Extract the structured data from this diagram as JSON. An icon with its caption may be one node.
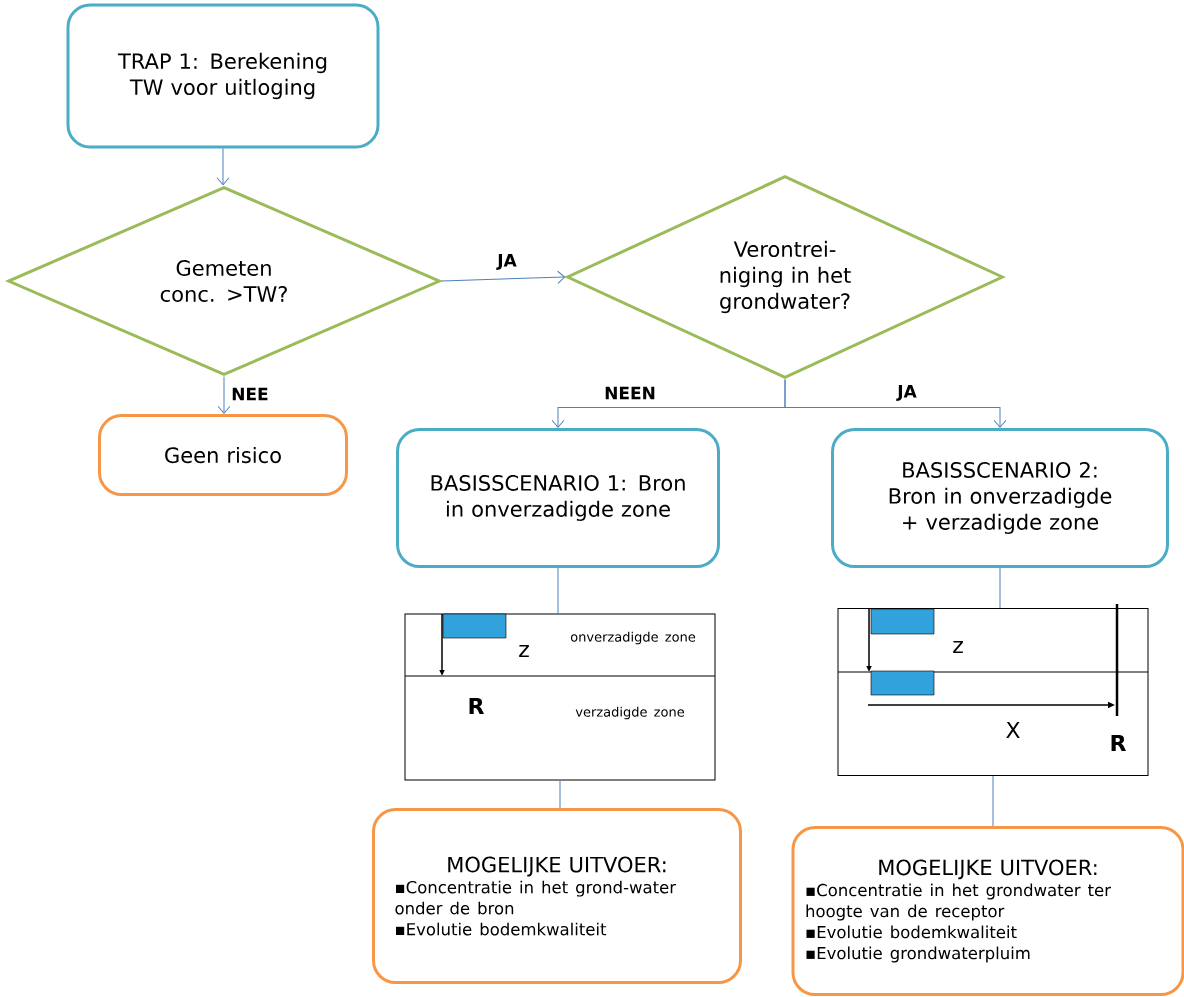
{
  "diagram": {
    "nodes": [
      {
        "text": [
          "TRAP 1: Berekening TW voor uitloging"
        ]
      },
      {
        "text": [
          "Gemeten conc. >TW?"
        ]
      },
      {
        "text": [
          "Verontrei-niging in het grondwater?"
        ]
      },
      {
        "text": [
          "Geen risico"
        ]
      },
      {
        "text": [
          "BASISSCENARIO 1: Bron in onverzadigde zone"
        ]
      },
      {
        "text": [
          "BASISSCENARIO 2: Bron in onverzadigde + verzadigde zone"
        ]
      },
      {
        "text": [
          "onverzadigde zone",
          "z",
          "R",
          "verzadigde zone"
        ]
      },
      {
        "text": [
          "z",
          "X",
          "R"
        ]
      },
      {
        "text": [
          "MOGELIJKE UITVOER:",
          "▪Concentratie in het grond-water onder de bron",
          "▪Evolutie bodemkwaliteit"
        ]
      },
      {
        "text": [
          "MOGELIJKE UITVOER:",
          "▪Concentratie in het grondwater ter hoogte van de receptor",
          "▪Evolutie bodemkwaliteit",
          "▪Evolutie grondwaterpluim"
        ]
      }
    ],
    "edges": [
      {
        "from": 0,
        "to": 1,
        "arrow": "to"
      },
      {
        "from": 1,
        "to": 2,
        "arrow": "to",
        "label": "JA"
      },
      {
        "from": 1,
        "to": 3,
        "arrow": "to",
        "label": "NEE"
      },
      {
        "from": 2,
        "to": 4,
        "arrow": "to",
        "label": "NEEN"
      },
      {
        "from": 2,
        "to": 5,
        "arrow": "to",
        "label": "JA"
      },
      {
        "from": 4,
        "to": 6,
        "arrow": "none"
      },
      {
        "from": 6,
        "to": 8,
        "arrow": "none"
      },
      {
        "from": 5,
        "to": 7,
        "arrow": "none"
      },
      {
        "from": 7,
        "to": 9,
        "arrow": "none"
      }
    ]
  }
}
